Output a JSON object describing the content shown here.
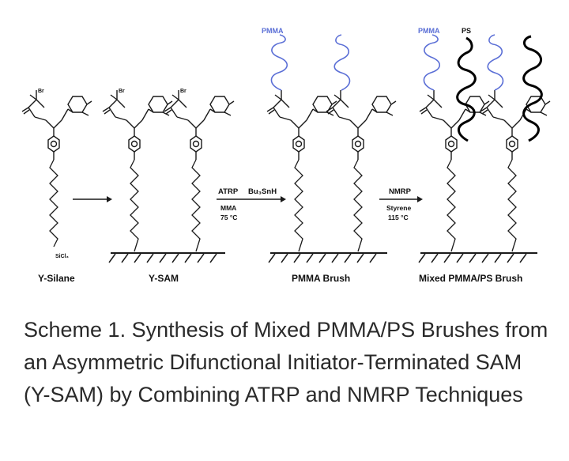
{
  "diagram": {
    "stage_labels": {
      "silane": "Y-Silane",
      "sam": "Y-SAM",
      "pmma_brush": "PMMA Brush",
      "mixed_brush": "Mixed PMMA/PS Brush"
    },
    "step1": {
      "reagent_top_left": "ATRP",
      "reagent_top_right": "Bu₃SnH",
      "reagent_mid": "MMA",
      "reagent_temp": "75 °C"
    },
    "step2": {
      "reagent_top": "NMRP",
      "reagent_mid": "Styrene",
      "reagent_temp": "115 °C"
    },
    "polymer_labels": {
      "pmma_1": "PMMA",
      "pmma_2": "PMMA",
      "ps": "PS"
    },
    "atom_labels": {
      "br": "Br",
      "sicl": "SiCl₃"
    },
    "colors": {
      "pmma": "#5b6fd6",
      "ps": "#000000",
      "structure": "#1a1a1a"
    }
  },
  "caption": {
    "text": "Scheme 1.  Synthesis of Mixed PMMA/PS Brushes from an Asymmetric Difunctional Initiator-Terminated SAM (Y-SAM) by Combining ATRP and NMRP Techniques"
  }
}
